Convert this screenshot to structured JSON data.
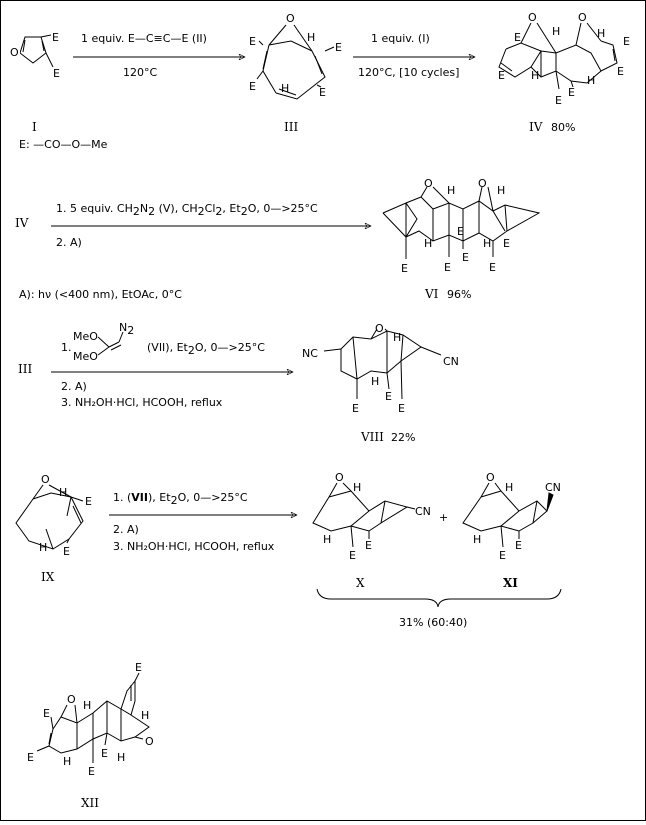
{
  "compounds": {
    "I": "I",
    "III": "III",
    "IV": "IV",
    "IV_yield": "80%",
    "VI": "VI",
    "VI_yield": "96%",
    "VIII": "VIII",
    "VIII_yield": "22%",
    "IX": "IX",
    "X": "X",
    "XI": "XI",
    "XII": "XII"
  },
  "atoms": {
    "E": "E",
    "H": "H",
    "O": "O",
    "CN": "CN",
    "NC": "NC"
  },
  "legend": {
    "E_def": "E: —CO—O—Me"
  },
  "reaction1": {
    "step1": "1 equiv. E—C≡C—E  (II)",
    "temp": "120°C"
  },
  "reaction2": {
    "step1": "1 equiv.  (I)",
    "cond": "120°C, [10 cycles]"
  },
  "reaction3": {
    "step1_a": "1. 5 equiv.  CH",
    "step1_sub1": "2",
    "step1_b": "N",
    "step1_sub2": "2",
    "step1_c": "  (V), CH",
    "step1_sub3": "2",
    "step1_d": "Cl",
    "step1_sub4": "2",
    "step1_e": ", Et",
    "step1_sub5": "2",
    "step1_f": "O, 0—>25°C",
    "step2": "2. A)",
    "A_def": "A): hν (<400 nm), EtOAc, 0°C"
  },
  "reaction4": {
    "meo_top": "MeO",
    "meo_bot": "MeO",
    "n2": "N",
    "n2_sub": "2",
    "num": "1.",
    "step1_a": "(VII), Et",
    "step1_sub": "2",
    "step1_b": "O, 0—>25°C",
    "step2": "2. A)",
    "step3": "3. NH₂OH·HCl, HCOOH,  reflux"
  },
  "reaction5": {
    "step1_a": "1. (",
    "step1_bold": "VII",
    "step1_b": "), Et",
    "step1_sub": "2",
    "step1_c": "O,  0—>25°C",
    "step2": "2. A)",
    "step3": "3. NH₂OH·HCl, HCOOH,  reflux",
    "plus": "+",
    "yield": "31% (60:40)"
  }
}
